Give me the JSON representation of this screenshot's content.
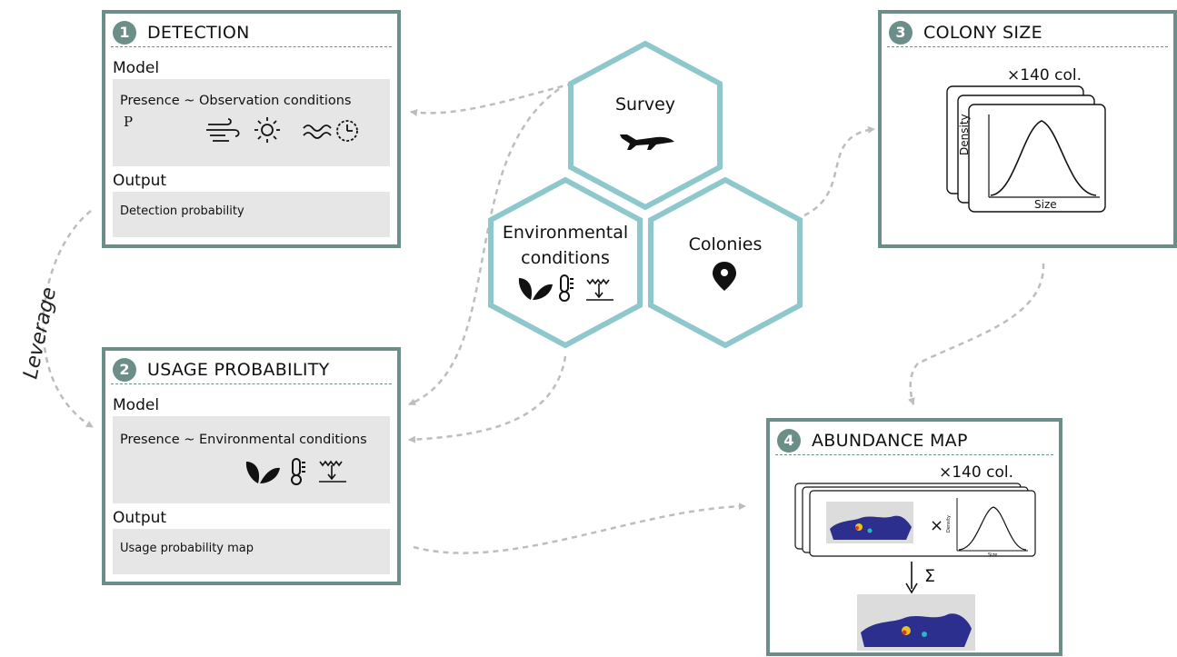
{
  "panels": {
    "detection": {
      "num": "1",
      "title": "DETECTION",
      "model_label": "Model",
      "formula": "Presence ~ Observation conditions",
      "p_symbol": "P",
      "output_label": "Output",
      "output": "Detection probability"
    },
    "usage": {
      "num": "2",
      "title": "USAGE PROBABILITY",
      "model_label": "Model",
      "formula": "Presence ~ Environmental conditions",
      "output_label": "Output",
      "output": "Usage probability map"
    },
    "colony": {
      "num": "3",
      "title": "COLONY SIZE",
      "count": "×140 col.",
      "xlabel": "Size",
      "ylabel": "Density"
    },
    "abundance": {
      "num": "4",
      "title": "ABUNDANCE MAP",
      "count": "×140 col.",
      "times": "×",
      "sum": "Σ",
      "mini_xlabel": "Size",
      "mini_ylabel": "Density"
    }
  },
  "hexes": {
    "survey": "Survey",
    "env_line1": "Environmental",
    "env_line2": "conditions",
    "colonies": "Colonies"
  },
  "leverage": "Leverage",
  "colors": {
    "panel_border": "#6b8f88",
    "hex_border": "#8ec8cc",
    "arrow": "#bdbdbd",
    "box_fill": "#e6e6e6"
  }
}
